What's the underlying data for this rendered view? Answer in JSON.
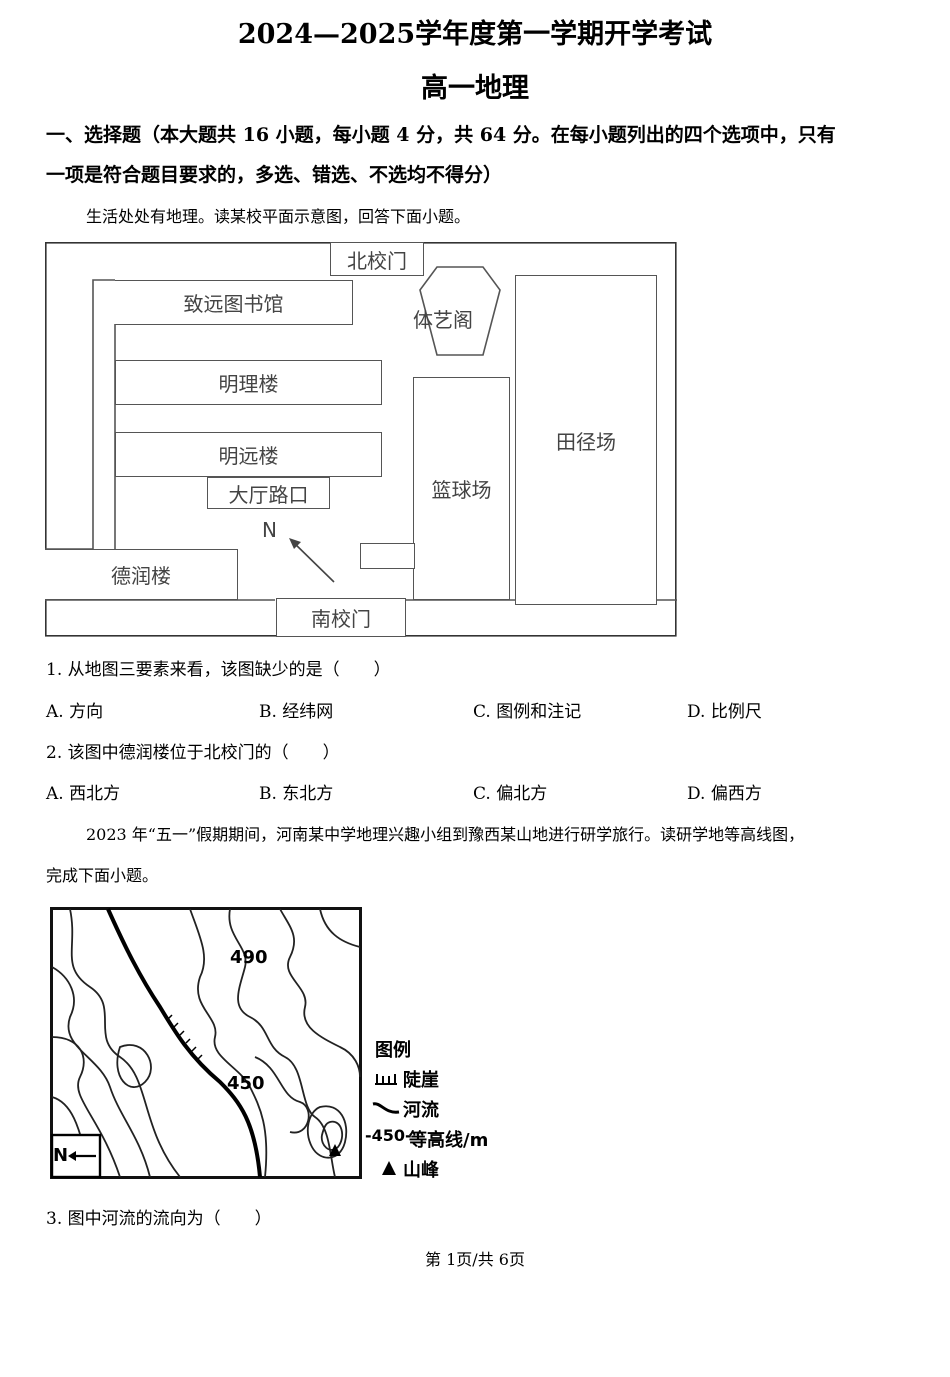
{
  "header": {
    "title": "2024—2025学年度第一学期开学考试",
    "subtitle": "高一地理"
  },
  "section1": {
    "line1": "一、选择题（本大题共 16 小题，每小题 4 分，共 64 分。在每小题列出的四个选项中，只有",
    "line2": "一项是符合题目要求的，多选、错选、不选均不得分）"
  },
  "intro1": "生活处处有地理。读某校平面示意图，回答下面小题。",
  "campus_map": {
    "north_gate": "北校门",
    "library": "致远图书馆",
    "art_pavilion": "体艺阁",
    "field": "田径场",
    "mingli": "明理楼",
    "mingyuan": "明远楼",
    "lobby": "大厅路口",
    "basketball": "篮球场",
    "north_arrow": "N",
    "derun": "德润楼",
    "south_gate": "南校门"
  },
  "q1": {
    "stem": "1. 从地图三要素来看，该图缺少的是（　　）",
    "options": [
      "A. 方向",
      "B. 经纬网",
      "C. 图例和注记",
      "D. 比例尺"
    ]
  },
  "q2": {
    "stem": "2. 该图中德润楼位于北校门的（　　）",
    "options": [
      "A. 西北方",
      "B. 东北方",
      "C. 偏北方",
      "D. 偏西方"
    ]
  },
  "intro2": {
    "line1": "2023 年“五一”假期期间，河南某中学地理兴趣小组到豫西某山地进行研学旅行。读研学地等高线图，",
    "line2": "完成下面小题。"
  },
  "contour_map": {
    "label_490": "490",
    "label_450": "450",
    "north": "N",
    "legend_title": "图例",
    "legend_cliff": "陡崖",
    "legend_river": "河流",
    "legend_contour_sample": "-450-",
    "legend_contour": "等高线/m",
    "legend_peak": "山峰"
  },
  "q3": {
    "stem": "3. 图中河流的流向为（　　）"
  },
  "footer": "第 1页/共 6页"
}
